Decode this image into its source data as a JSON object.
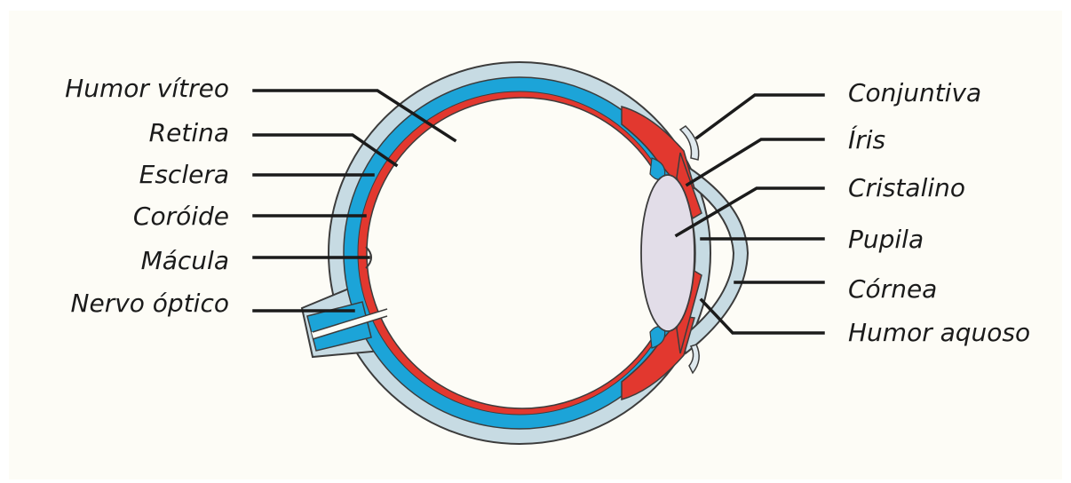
{
  "colors": {
    "sclera": "#c7dbe3",
    "retina": "#1ca4d8",
    "choroid": "#e2382f",
    "lens": "#e2dde8",
    "outline": "#3c3c3c",
    "background": "#fdfcf6"
  },
  "labels_left": [
    {
      "key": "humor_vitreo",
      "text": "Humor vítreo"
    },
    {
      "key": "retina",
      "text": "Retina"
    },
    {
      "key": "esclera",
      "text": "Esclera"
    },
    {
      "key": "coroide",
      "text": "Coróide"
    },
    {
      "key": "macula",
      "text": "Mácula"
    },
    {
      "key": "nervo_optico",
      "text": "Nervo óptico"
    }
  ],
  "labels_right": [
    {
      "key": "conjuntiva",
      "text": "Conjuntiva"
    },
    {
      "key": "iris",
      "text": "Íris"
    },
    {
      "key": "cristalino",
      "text": "Cristalino"
    },
    {
      "key": "pupila",
      "text": "Pupila"
    },
    {
      "key": "cornea",
      "text": "Córnea"
    },
    {
      "key": "humor_aquoso",
      "text": "Humor aquoso"
    }
  ]
}
